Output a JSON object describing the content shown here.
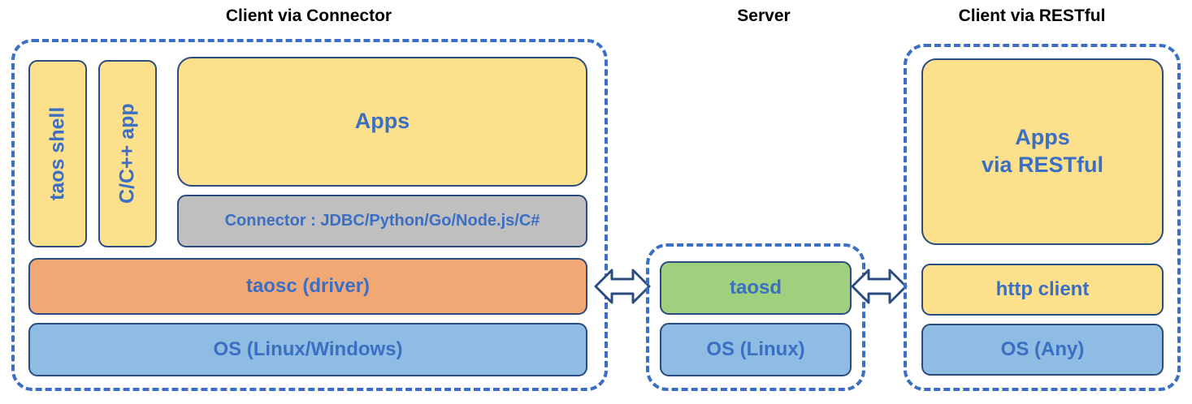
{
  "diagram": {
    "title_client_connector": "Client via Connector",
    "title_server": "Server",
    "title_client_restful": "Client via RESTful",
    "colors": {
      "panel_border": "#3A6FC4",
      "box_border": "#2B4C7E",
      "label_text": "#3A6FC4",
      "title_text": "#000000",
      "yellow": "#FCE08C",
      "orange": "#F2A875",
      "blue": "#8FBCE2",
      "green": "#A0CF7D",
      "gray": "#BFBFBF",
      "background": "#FFFFFF"
    }
  },
  "client_connector": {
    "taos_shell": "taos shell",
    "cpp_app": "C/C++ app",
    "apps": "Apps",
    "connector": "Connector : JDBC/Python/Go/Node.js/C#",
    "taosc": "taosc (driver)",
    "os": "OS (Linux/Windows)"
  },
  "server": {
    "taosd": "taosd",
    "os": "OS (Linux)"
  },
  "client_restful": {
    "apps_line1": "Apps",
    "apps_line2": "via RESTful",
    "http_client": "http client",
    "os": "OS (Any)"
  },
  "arrows": {
    "left_arrow_name": "bidirectional-arrow",
    "right_arrow_name": "bidirectional-arrow"
  }
}
